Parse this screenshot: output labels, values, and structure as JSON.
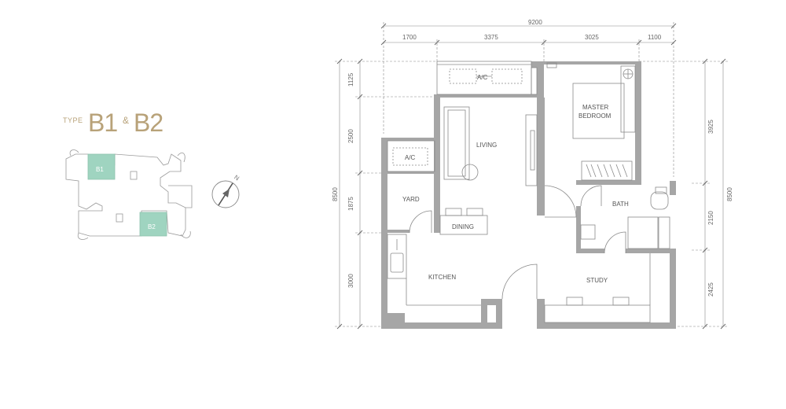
{
  "title": {
    "prefix": "TYPE",
    "unit_a": "B1",
    "ampersand": "&",
    "unit_b": "B2"
  },
  "keyplan": {
    "unit_a": "B1",
    "unit_b": "B2",
    "highlight_color": "#9fd4c0"
  },
  "compass": {
    "label": "N"
  },
  "rooms": {
    "ac_top": "A/C",
    "ac_left": "A/C",
    "living": "LIVING",
    "master_1": "MASTER",
    "master_2": "BEDROOM",
    "yard": "YARD",
    "dining": "DINING",
    "bath": "BATH",
    "kitchen": "KITCHEN",
    "study": "STUDY"
  },
  "dimensions": {
    "overall_width": "9200",
    "top": [
      "1700",
      "3375",
      "3025",
      "1100"
    ],
    "overall_left": "8500",
    "left": [
      "1125",
      "2500",
      "1875",
      "3000"
    ],
    "overall_right": "8500",
    "right": [
      "3925",
      "2150",
      "2425"
    ]
  },
  "colors": {
    "wall": "#a6a6a6",
    "line": "#7a7a7a",
    "text": "#555555",
    "accent": "#b8a279"
  }
}
